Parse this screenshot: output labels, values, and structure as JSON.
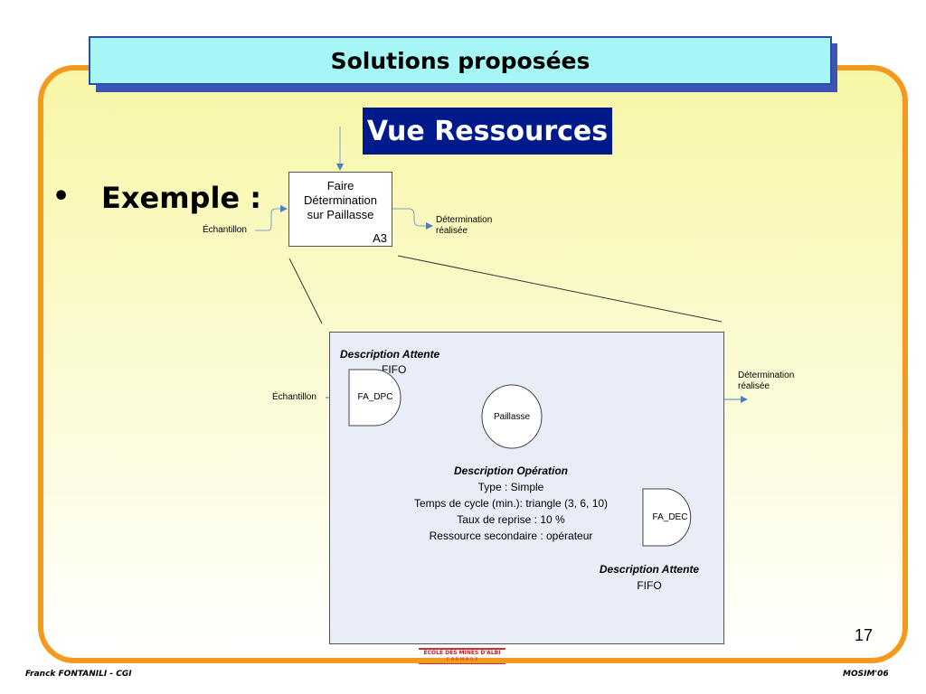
{
  "slide": {
    "title": "Solutions proposées",
    "subtitle": "Vue Ressources",
    "bullet": "•",
    "example": "Exemple :",
    "page_number": "17",
    "footer_left": "Franck FONTANILI - CGI",
    "footer_right": "MOSIM'06",
    "logo_text": "ECOLE DES MINES D'ALBI",
    "logo_subtext": "C A R M A U X"
  },
  "activity": {
    "line1": "Faire",
    "line2": "Détermination",
    "line3": "sur Paillasse",
    "ref": "A3",
    "input": "Échantillon",
    "output_line1": "Détermination",
    "output_line2": "réalisée"
  },
  "resource_view": {
    "input": "Échantillon",
    "output_line1": "Détermination",
    "output_line2": "réalisée",
    "queue1": "FA_DPC",
    "resource": "Paillasse",
    "queue2": "FA_DEC",
    "wait1_title": "Description Attente",
    "wait1_value": "FIFO",
    "operation_title": "Description Opération",
    "operation_type": "Type : Simple",
    "operation_cycle": "Temps de cycle (min.): triangle (3, 6, 10)",
    "operation_rework": "Taux de reprise : 10 %",
    "operation_secondary": "Ressource secondaire : opérateur",
    "wait2_title": "Description Attente",
    "wait2_value": "FIFO"
  },
  "colors": {
    "frame": "#f39a1e",
    "title_bg": "#a6f6f6",
    "subtitle_bg": "#001a8c",
    "arrow": "#4a7fc8",
    "detail_bg": "#e8edf8"
  }
}
